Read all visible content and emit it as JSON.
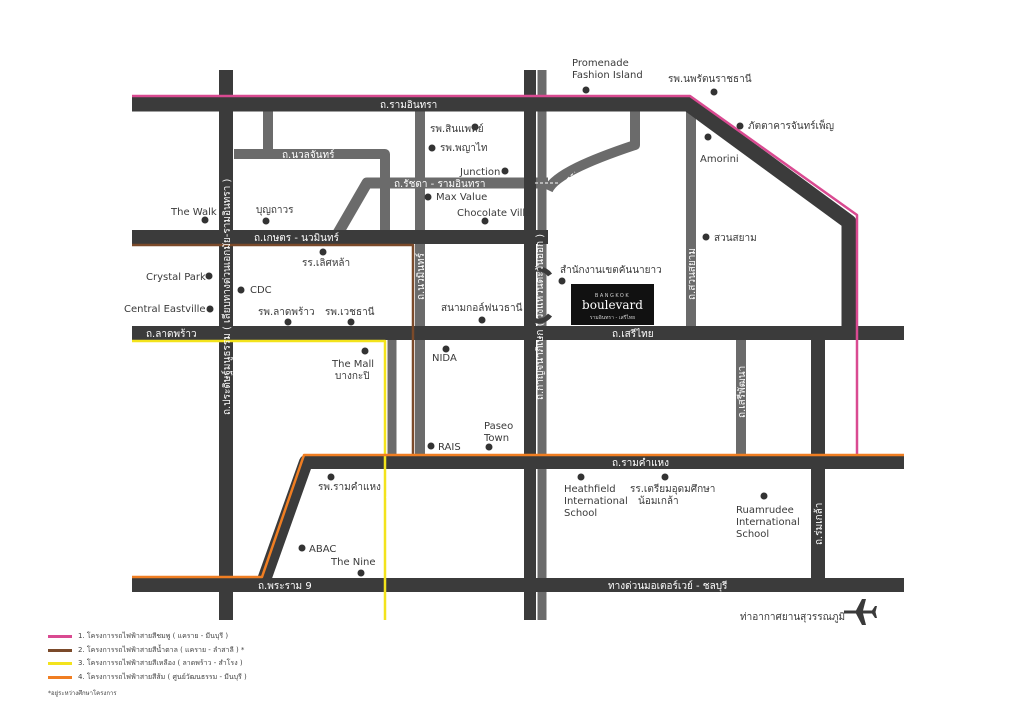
{
  "colors": {
    "road": "#3b3b3b",
    "road_secondary": "#6b6b6b",
    "pink_line": "#d94a91",
    "brown_line": "#7b4a2a",
    "yellow_line": "#f3e31c",
    "orange_line": "#f07e22"
  },
  "roads": {
    "ram_inthra": "ถ.รามอินทรา",
    "nuan_chan": "ถ.นวลจันทร์",
    "ratchada_ramintra": "ถ.รัชดา - รามอินทรา",
    "kaset_nawamin": "ถ.เกษตร - นวมินทร์",
    "lat_phrao": "ถ.ลาดพร้าว",
    "seri_thai": "ถ.เสรีไทย",
    "ramkhamhaeng": "ถ.รามคำแหง",
    "rama9": "ถ.พระราม 9",
    "motorway": "ทางด่วนมอเตอร์เวย์ - ชลบุรี",
    "pradit_manutham": "ถ.ประดิษฐ์มนูธรรม ( เลียบทางด่วนเอกมัย-รามอินทรา )",
    "nawamin": "ถ.นวมินทร์",
    "kanchanaphisek": "ถ.กาญจนาภิเษก ( วงแหวนตะวันออก )",
    "suan_siam": "ถ.สวนสยาม",
    "seri_phatthana": "ถ.เสรีพัฒนา",
    "si_nakharin": "ถ.ศรีนครินทร์",
    "rom_klao": "ถ.ร่มเกล้า"
  },
  "places": {
    "promenade": [
      "Promenade",
      "Fashion Island"
    ],
    "nopparat": "รพ.นพรัตนราชธานี",
    "phattakan": "ภัตตาคารจันทร์เพ็ญ",
    "amorini": "Amorini",
    "sinphaet": "รพ.สินแพทย์",
    "phyathai": "รพ.พญาไท",
    "junction": "Junction",
    "max_value": "Max Value",
    "chocolate_ville": "Chocolate Ville",
    "the_walk": "The Walk",
    "bunyawat": "บุญถาวร",
    "suan_siam_place": "สวนสยาม",
    "crystal_park": "Crystal Park",
    "cdc": "CDC",
    "lertla": "รร.เลิศหล้า",
    "district_office": "สำนักงานเขตคันนายาว",
    "central_eastville": "Central Eastville",
    "hosp_latphrao": "รพ.ลาดพร้าว",
    "hosp_wetchathani": "รพ.เวชธานี",
    "golf": "สนามกอล์ฟนวธานี",
    "nida": "NIDA",
    "the_mall": [
      "The Mall",
      "บางกะปิ"
    ],
    "rais": "RAIS",
    "paseo": [
      "Paseo",
      "Town"
    ],
    "hosp_ramkhamhaeng": "รพ.รามคำแหง",
    "heathfield": [
      "Heathfield",
      "International",
      "School"
    ],
    "triam": [
      "รร.เตรียมอุดมศึกษา",
      "น้อมเกล้า"
    ],
    "ruamrudee": [
      "Ruamrudee",
      "International",
      "School"
    ],
    "abac": "ABAC",
    "the_nine": "The Nine",
    "airport": "ท่าอากาศยานสุวรรณภูมิ"
  },
  "project": {
    "top": "BANGKOK",
    "name": "boulevard",
    "sub": "รามอินทรา - เสรีไทย"
  },
  "legend": {
    "items": [
      {
        "label": "1. โครงการรถไฟฟ้าสายสีชมพู ( แคราย - มีนบุรี )",
        "color": "#d94a91"
      },
      {
        "label": "2. โครงการรถไฟฟ้าสายสีน้ำตาล ( แคราย - ลำสาลี ) *",
        "color": "#7b4a2a"
      },
      {
        "label": "3. โครงการรถไฟฟ้าสายสีเหลือง ( ลาดพร้าว - สำโรง )",
        "color": "#f3e31c"
      },
      {
        "label": "4. โครงการรถไฟฟ้าสายสีส้ม ( ศูนย์วัฒนธรรม - มีนบุรี )",
        "color": "#f07e22"
      }
    ],
    "note": "*อยู่ระหว่างศึกษาโครงการ"
  }
}
